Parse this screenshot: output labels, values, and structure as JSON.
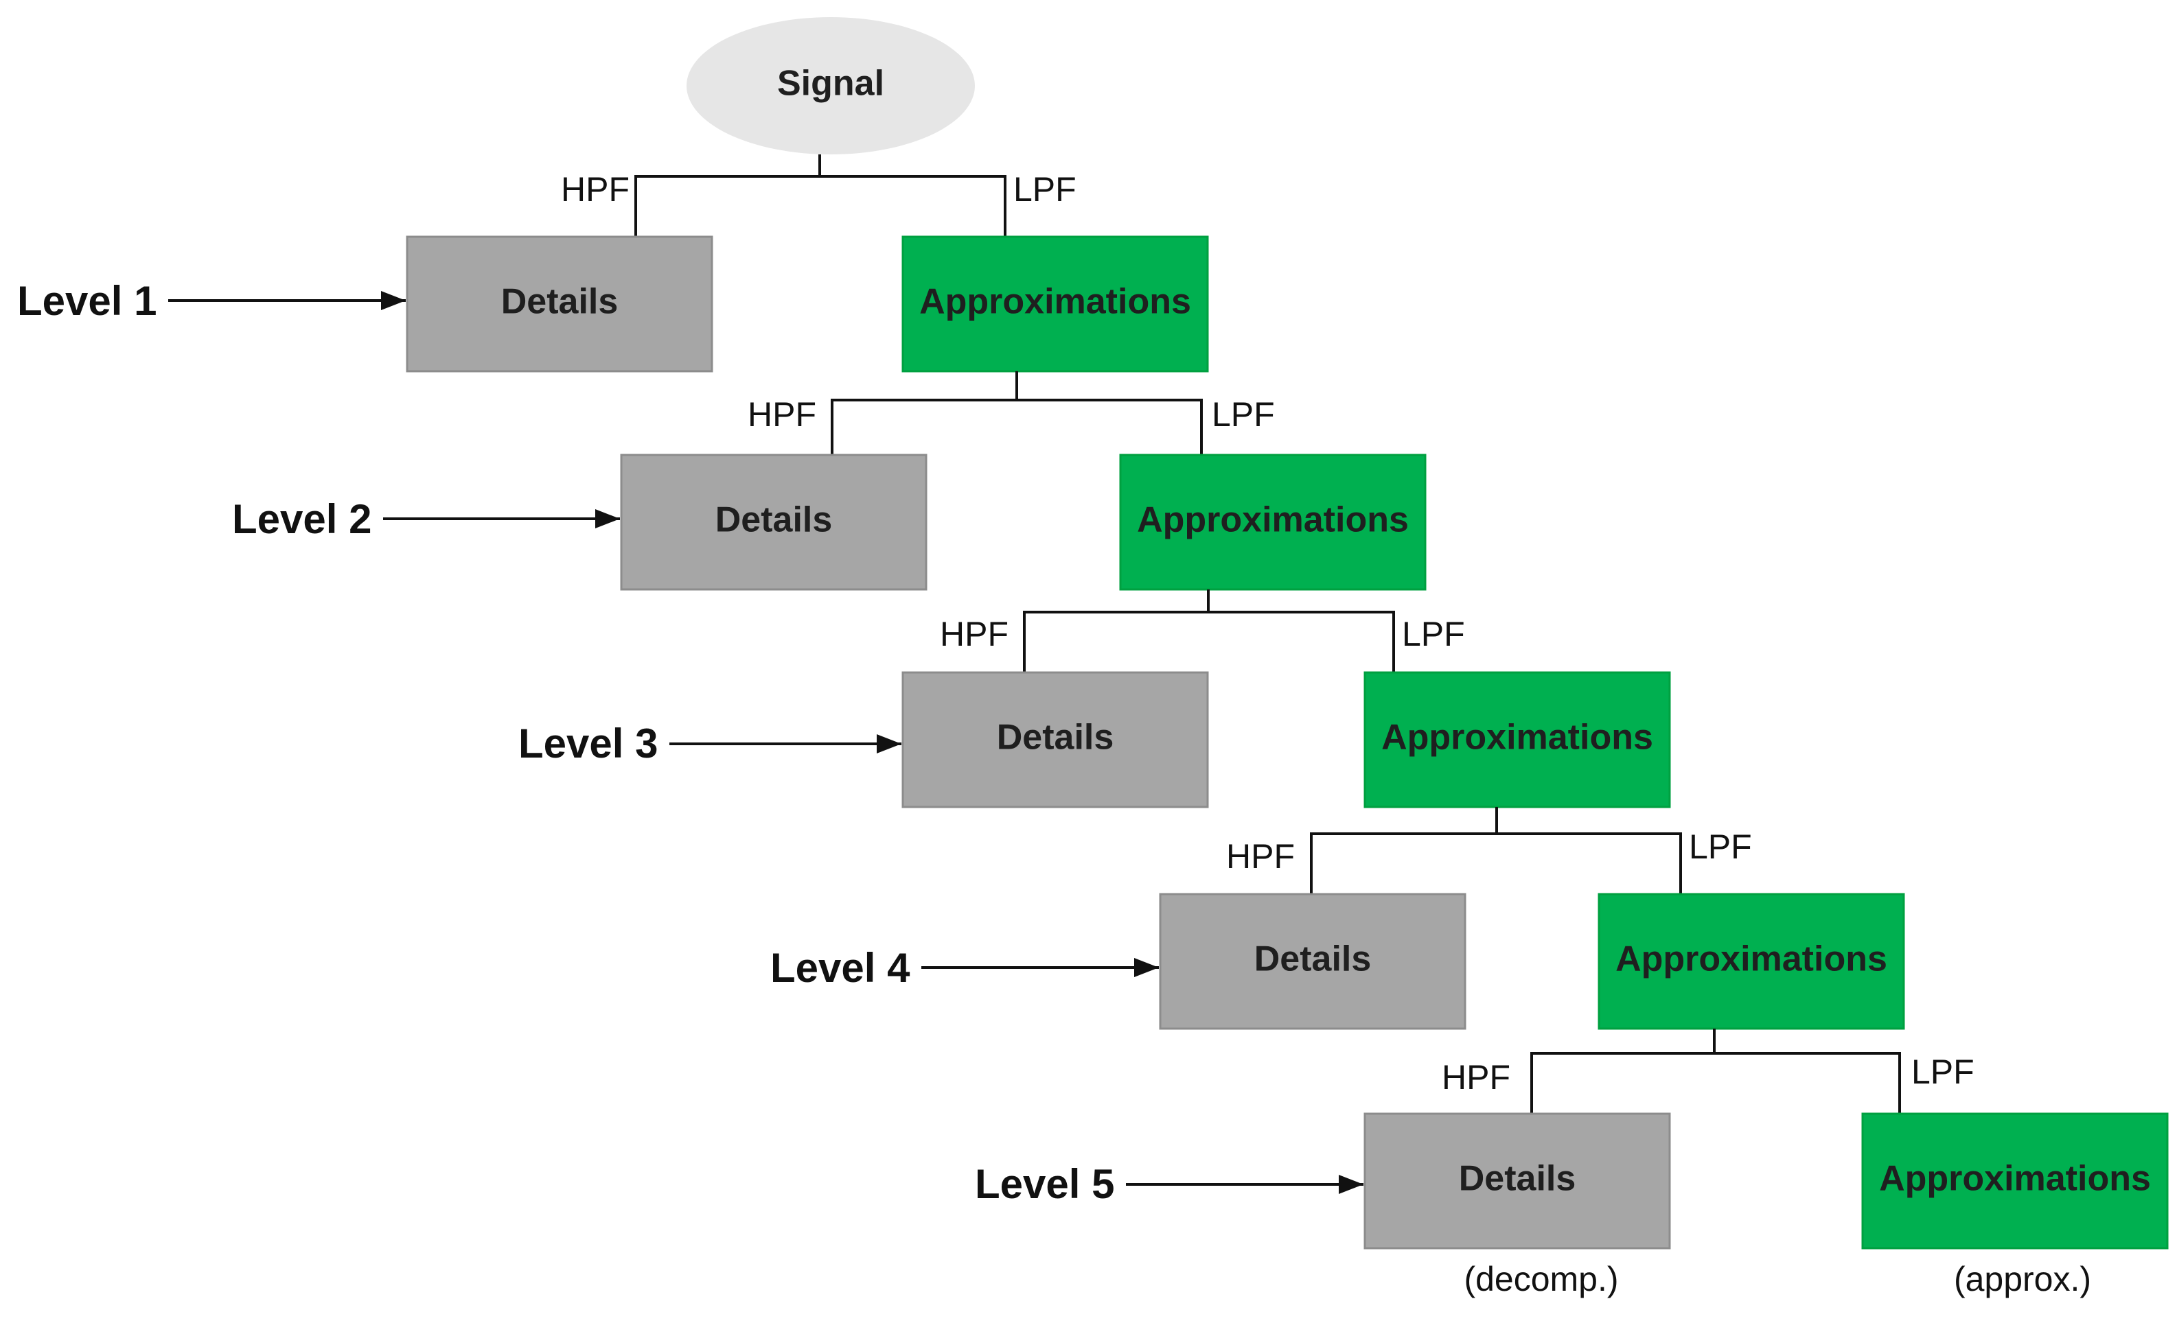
{
  "root": {
    "label": "Signal",
    "color": "#e6e6e6"
  },
  "colors": {
    "details_fill": "#a6a6a6",
    "details_stroke": "#8c8c8c",
    "approx_fill": "#00b050",
    "approx_stroke": "#00a040",
    "line": "#111111"
  },
  "filters": {
    "high": "HPF",
    "low": "LPF"
  },
  "levels": [
    {
      "label": "Level 1",
      "details": "Details",
      "approx": "Approximations"
    },
    {
      "label": "Level 2",
      "details": "Details",
      "approx": "Approximations"
    },
    {
      "label": "Level 3",
      "details": "Details",
      "approx": "Approximations"
    },
    {
      "label": "Level 4",
      "details": "Details",
      "approx": "Approximations"
    },
    {
      "label": "Level 5",
      "details": "Details",
      "approx": "Approximations"
    }
  ],
  "footnotes": {
    "details": "(decomp.)",
    "approx": "(approx.)"
  }
}
